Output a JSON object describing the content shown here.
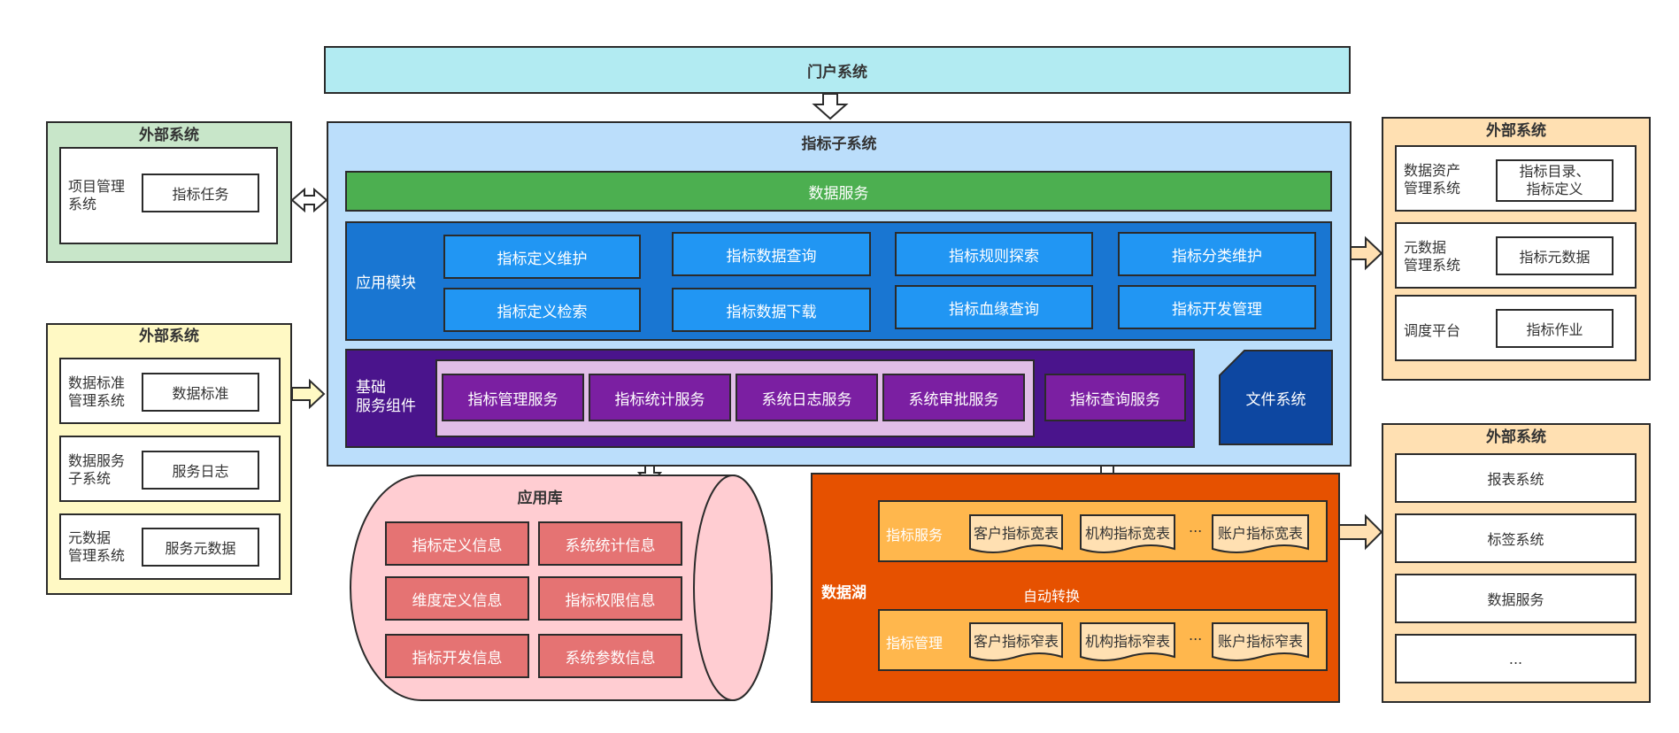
{
  "portal": {
    "title": "门户系统"
  },
  "indicator_subsystem": {
    "title": "指标子系统",
    "data_service": "数据服务",
    "app_module": {
      "label": "应用模块",
      "items": [
        "指标定义维护",
        "指标数据查询",
        "指标规则探索",
        "指标分类维护",
        "指标定义检索",
        "指标数据下载",
        "指标血缘查询",
        "指标开发管理"
      ]
    },
    "base_services": {
      "label_line1": "基础",
      "label_line2": "服务组件",
      "items": [
        "指标管理服务",
        "指标统计服务",
        "系统日志服务",
        "系统审批服务"
      ],
      "query_service": "指标查询服务",
      "file_system": "文件系统"
    }
  },
  "ext_left_top": {
    "title": "外部系统",
    "rows": [
      {
        "system_line1": "项目管理",
        "system_line2": "系统",
        "item": "指标任务"
      }
    ]
  },
  "ext_left_mid": {
    "title": "外部系统",
    "rows": [
      {
        "system_line1": "数据标准",
        "system_line2": "管理系统",
        "item": "数据标准"
      },
      {
        "system_line1": "数据服务",
        "system_line2": "子系统",
        "item": "服务日志"
      },
      {
        "system_line1": "元数据",
        "system_line2": "管理系统",
        "item": "服务元数据"
      }
    ]
  },
  "app_db": {
    "title": "应用库",
    "items": [
      "指标定义信息",
      "系统统计信息",
      "维度定义信息",
      "指标权限信息",
      "指标开发信息",
      "系统参数信息"
    ]
  },
  "data_lake": {
    "title": "数据湖",
    "service_row": {
      "label": "指标服务",
      "items": [
        "客户指标宽表",
        "机构指标宽表",
        "账户指标宽表"
      ],
      "ellipsis": "..."
    },
    "transform_label": "自动转换",
    "manage_row": {
      "label": "指标管理",
      "items": [
        "客户指标窄表",
        "机构指标窄表",
        "账户指标窄表"
      ],
      "ellipsis": "..."
    }
  },
  "ext_right_top": {
    "title": "外部系统",
    "rows": [
      {
        "system_line1": "数据资产",
        "system_line2": "管理系统",
        "item_line1": "指标目录、",
        "item_line2": "指标定义"
      },
      {
        "system_line1": "元数据",
        "system_line2": "管理系统",
        "item_line1": "指标元数据",
        "item_line2": ""
      },
      {
        "system_line1": "调度平台",
        "system_line2": "",
        "item_line1": "指标作业",
        "item_line2": ""
      }
    ]
  },
  "ext_right_bottom": {
    "title": "外部系统",
    "items": [
      "报表系统",
      "标签系统",
      "数据服务",
      "..."
    ]
  },
  "colors": {
    "portal": "#b2ebf2",
    "subsystem": "#bbdefb",
    "green": "#4caf50",
    "app_module": "#1976d2",
    "app_item": "#2196f3",
    "base": "#4a148c",
    "base_inner": "#e1bee7",
    "purple_item": "#7b1fa2",
    "file_system": "#0d47a1",
    "ext_green": "#c8e6c9",
    "ext_yellow": "#fff9c4",
    "ext_orange": "#ffe0b2",
    "db": "#ffcdd2",
    "db_item": "#e57373",
    "lake": "#e65100",
    "lake_row": "#ffb74d"
  }
}
